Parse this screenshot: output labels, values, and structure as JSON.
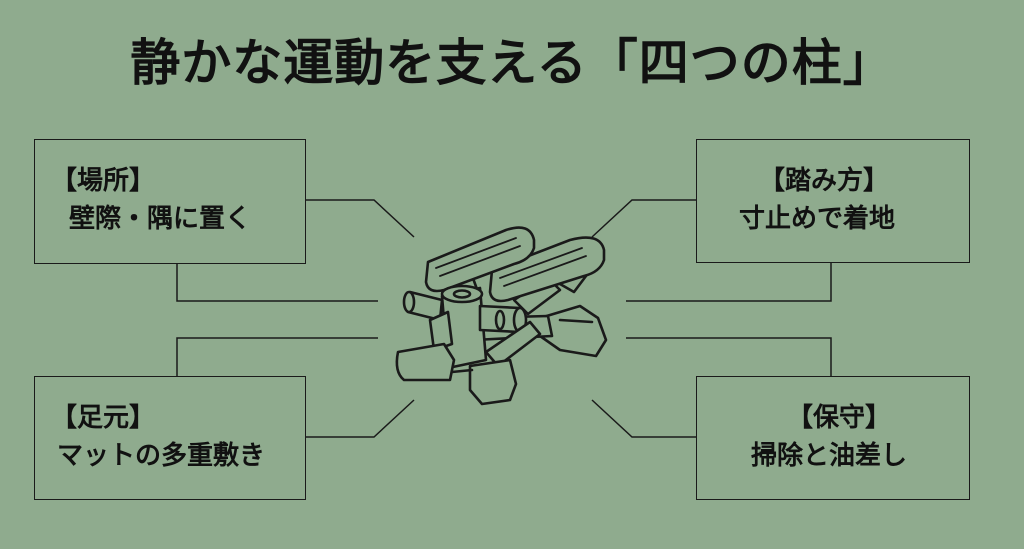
{
  "title": "静かな運動を支える「四つの柱」",
  "pillars": {
    "top_left": {
      "heading": "【場所】",
      "text": "壁際・隅に置く"
    },
    "top_right": {
      "heading": "【踏み方】",
      "text": "寸止めで着地"
    },
    "bottom_left": {
      "heading": "【足元】",
      "text": "マットの多重敷き"
    },
    "bottom_right": {
      "heading": "【保守】",
      "text": "掃除と油差し"
    }
  },
  "illustration": {
    "name": "stepper-machine-icon"
  },
  "colors": {
    "background": "#8fab8e",
    "line": "#1a1a1a",
    "text": "#111111"
  }
}
